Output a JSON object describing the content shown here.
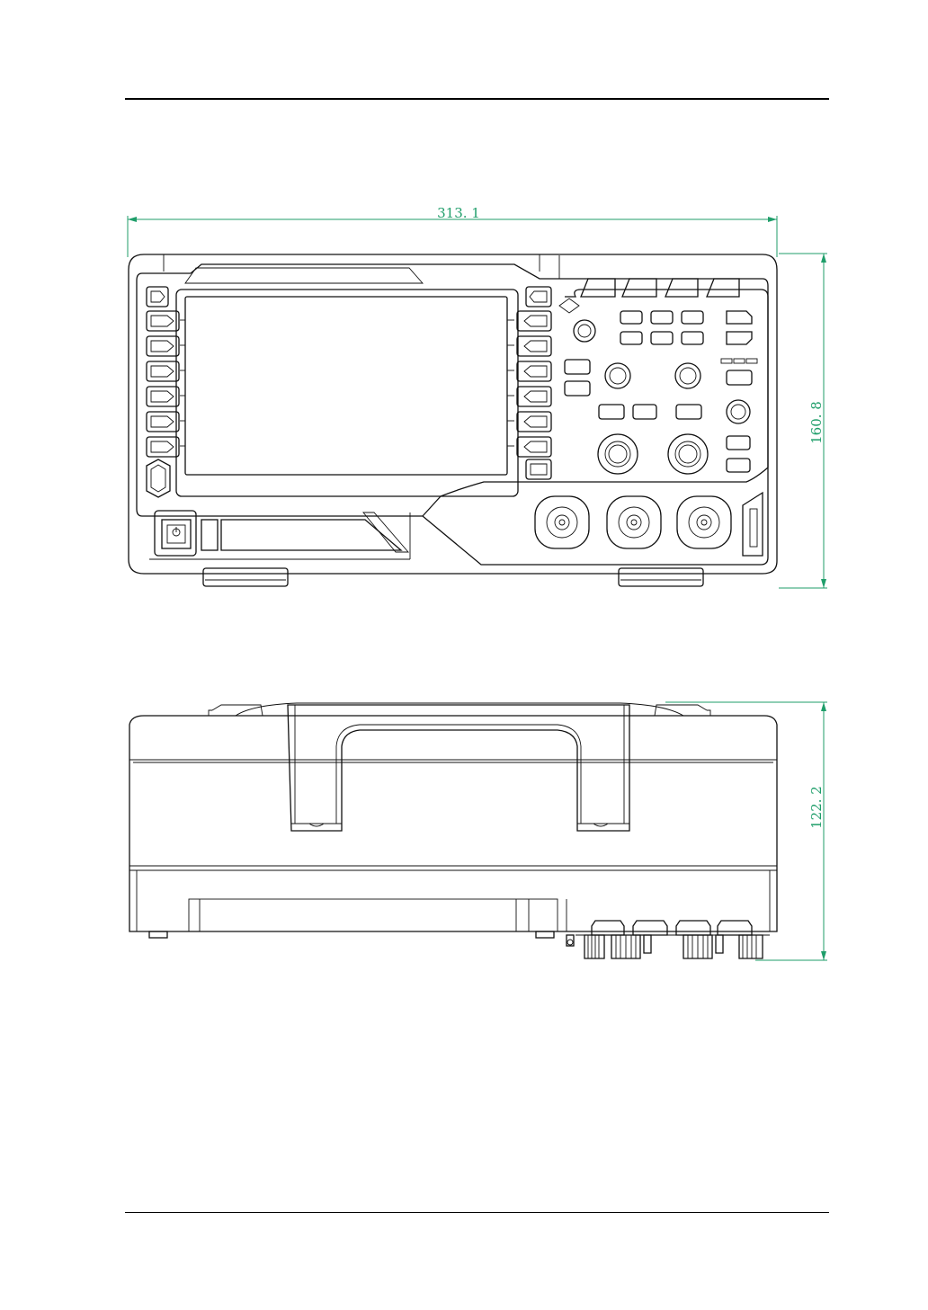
{
  "document": {
    "front_view": {
      "width_dimension": "313. 1",
      "height_dimension": "160. 8"
    },
    "top_view": {
      "depth_dimension": "122. 2"
    },
    "colors": {
      "dimension": "#1f9e6a",
      "outline": "#111111"
    }
  }
}
